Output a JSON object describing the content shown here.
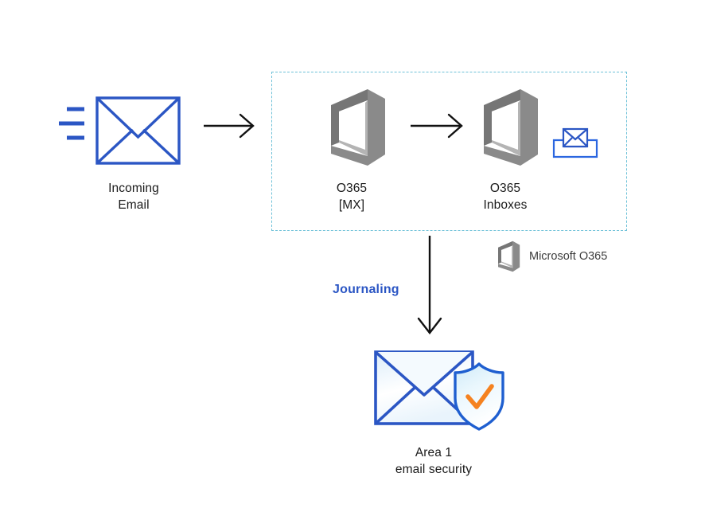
{
  "diagram": {
    "title": "Microsoft O365 email flow with Area 1 email security journaling",
    "colors": {
      "envelope_blue": "#2b56c4",
      "dashed_border_teal": "#6ec1d8",
      "o365_gray": "#767676",
      "journaling_blue": "#2b56c4",
      "shield_check_orange": "#f58220",
      "arrow_black": "#111111",
      "label_text": "#1a1a1a",
      "legend_text": "#3d3d3d",
      "envelope_fill_light": "#e7f3fb"
    },
    "nodes": [
      {
        "id": "incoming-email",
        "label": "Incoming\nEmail",
        "icon": "envelope-with-speed-lines-icon"
      },
      {
        "id": "o365-mx",
        "label": "O365\n[MX]",
        "icon": "office-365-logo-icon"
      },
      {
        "id": "o365-inboxes",
        "label": "O365\nInboxes",
        "icon": "office-365-logo-icon"
      },
      {
        "id": "area1-email-security",
        "label": "Area 1\nemail security",
        "icon": "envelope-shield-check-icon"
      }
    ],
    "group_box": {
      "id": "o365-group",
      "style": "dashed",
      "color": "#6ec1d8"
    },
    "edges": [
      {
        "id": "edge-incoming-to-mx",
        "from": "incoming-email",
        "to": "o365-mx",
        "label": "",
        "direction": "right"
      },
      {
        "id": "edge-mx-to-inboxes",
        "from": "o365-mx",
        "to": "o365-inboxes",
        "label": "",
        "direction": "right"
      },
      {
        "id": "edge-inboxes-to-area1",
        "from": "o365-inboxes",
        "to": "area1-email-security",
        "label": "Journaling",
        "direction": "down"
      }
    ],
    "edge_labels": {
      "journaling": "Journaling"
    },
    "legend": {
      "icon": "office-365-logo-icon",
      "label": "Microsoft O365"
    },
    "side_icons": {
      "inbox_tray": "inbox-tray-envelope-icon"
    }
  }
}
